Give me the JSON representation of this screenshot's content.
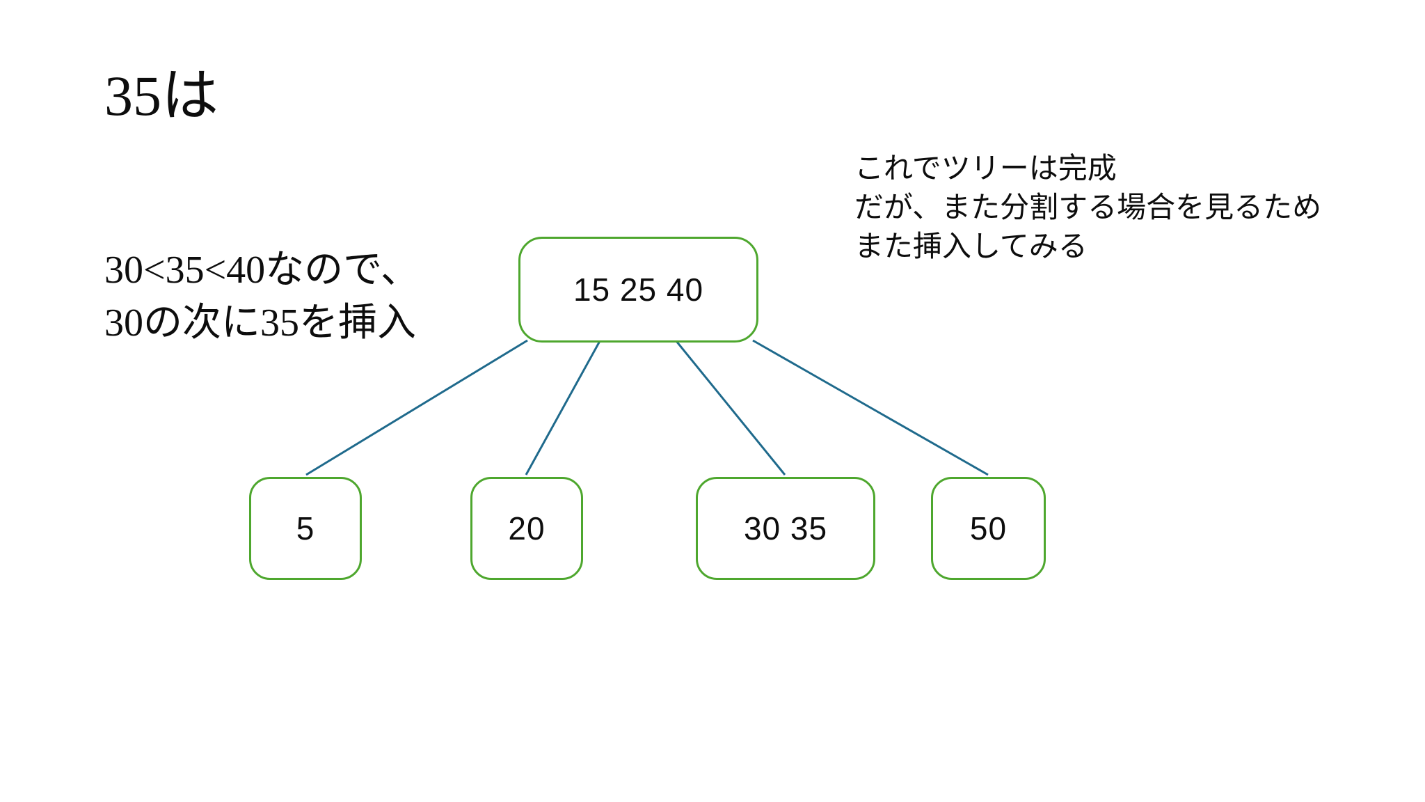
{
  "slide": {
    "title": "35は",
    "background_color": "#ffffff",
    "text_color": "#0d0d0d"
  },
  "body_text": {
    "lines": [
      "30<35<40なので、",
      "30の次に35を挿入"
    ]
  },
  "annotation": {
    "lines": [
      "これでツリーは完成",
      "だが、また分割する場合を見るため",
      "また挿入してみる"
    ]
  },
  "tree": {
    "node_border_color": "#4EA72E",
    "edge_color": "#1F6A8C",
    "root": {
      "label": "15 25 40"
    },
    "leaves": [
      {
        "label": "5"
      },
      {
        "label": "20"
      },
      {
        "label": "30 35"
      },
      {
        "label": "50"
      }
    ]
  }
}
